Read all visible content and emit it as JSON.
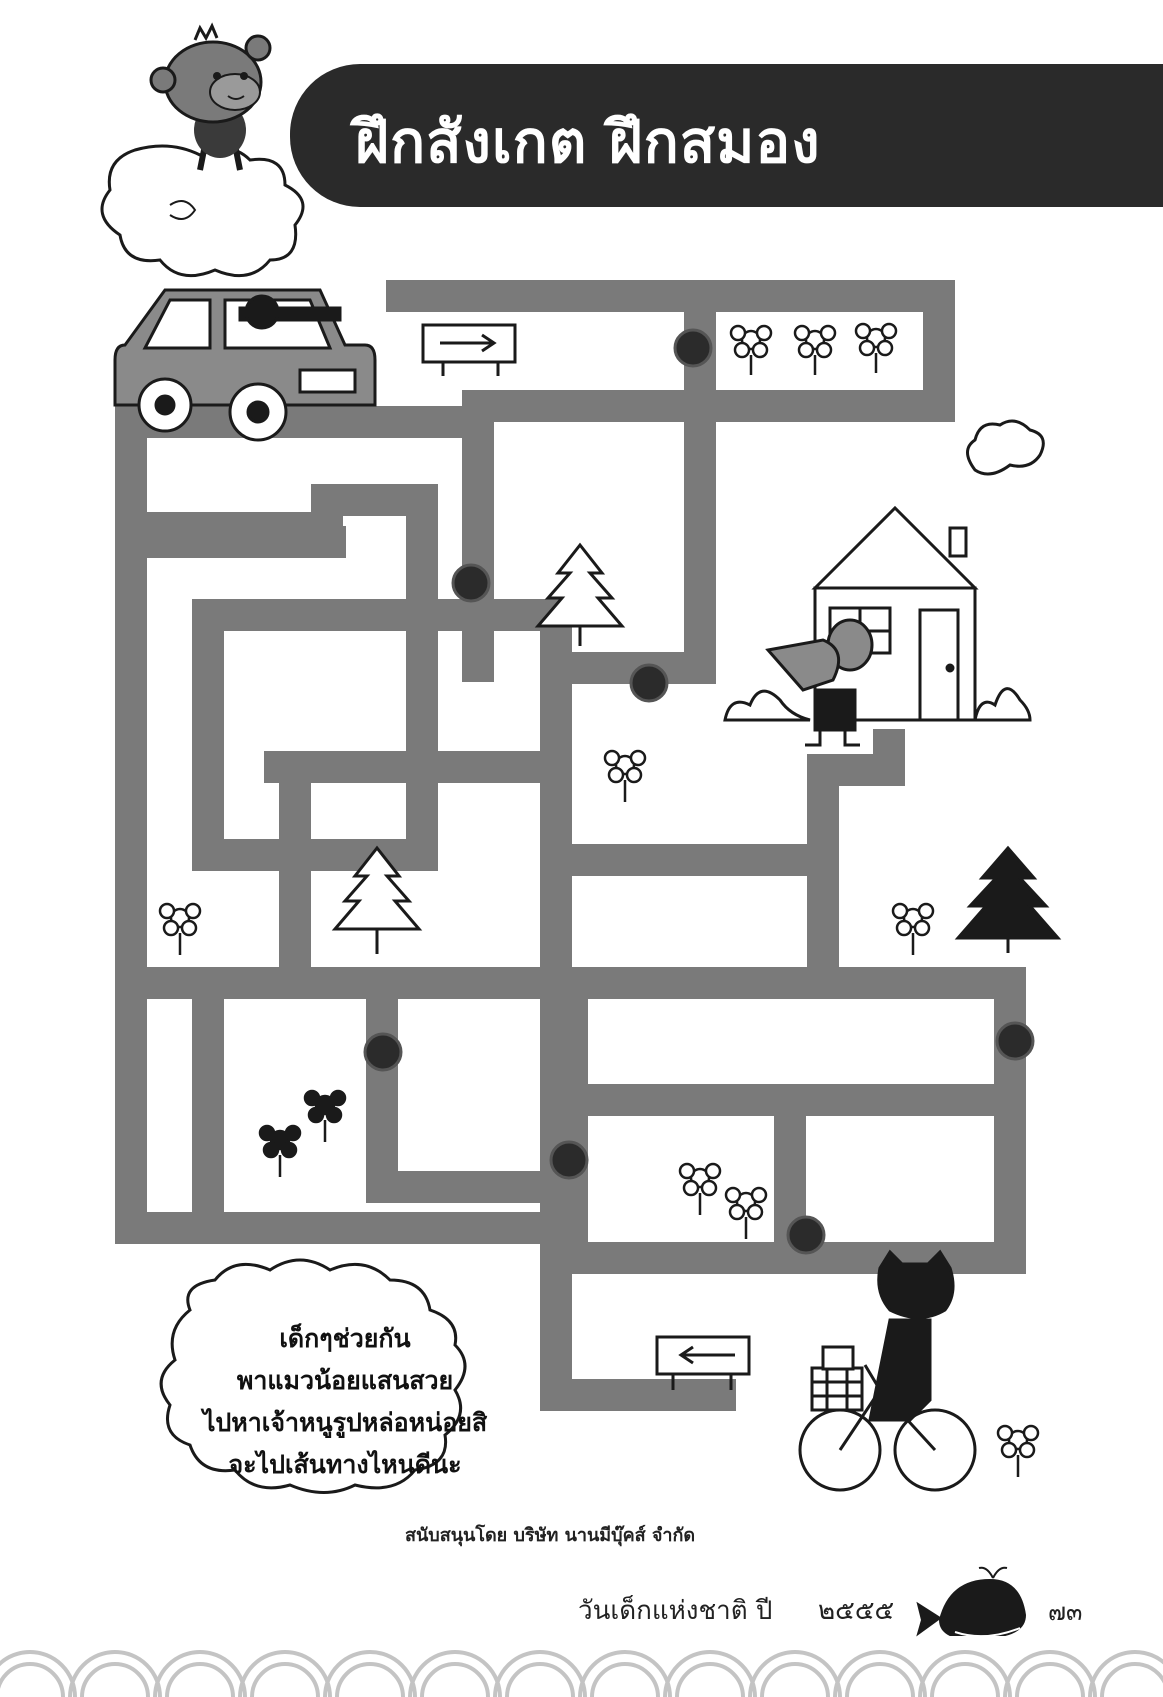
{
  "page": {
    "title": "ฝึกสังเกต ฝึกสมอง",
    "instructions": [
      "เด็กๆช่วยกัน",
      "พาแมวน้อยแสนสวย",
      "ไปหาเจ้าหนูรูปหล่อหน่อยสิ",
      "จะไปเส้นทางไหนดีนะ"
    ],
    "sponsor": "สนับสนุนโดย บริษัท นานมีบุ๊คส์ จำกัด",
    "footer_label": "วันเด็กแห่งชาติ ปี",
    "footer_year": "๒๕๕๕",
    "page_number": "๗๓"
  },
  "colors": {
    "maze_path": "#7a7a7a",
    "title_band": "#2a2a2a",
    "ink": "#1a1a1a",
    "blocker": "#2b2b2b"
  },
  "icons": [
    "monkey-on-cloud-icon",
    "car-with-dog-icon",
    "arrow-sign-right-icon",
    "flower-icon",
    "pine-tree-icon",
    "house-icon",
    "mouse-character-icon",
    "cat-on-bicycle-icon",
    "arrow-sign-left-icon",
    "whale-icon",
    "road-blocker-icon"
  ]
}
